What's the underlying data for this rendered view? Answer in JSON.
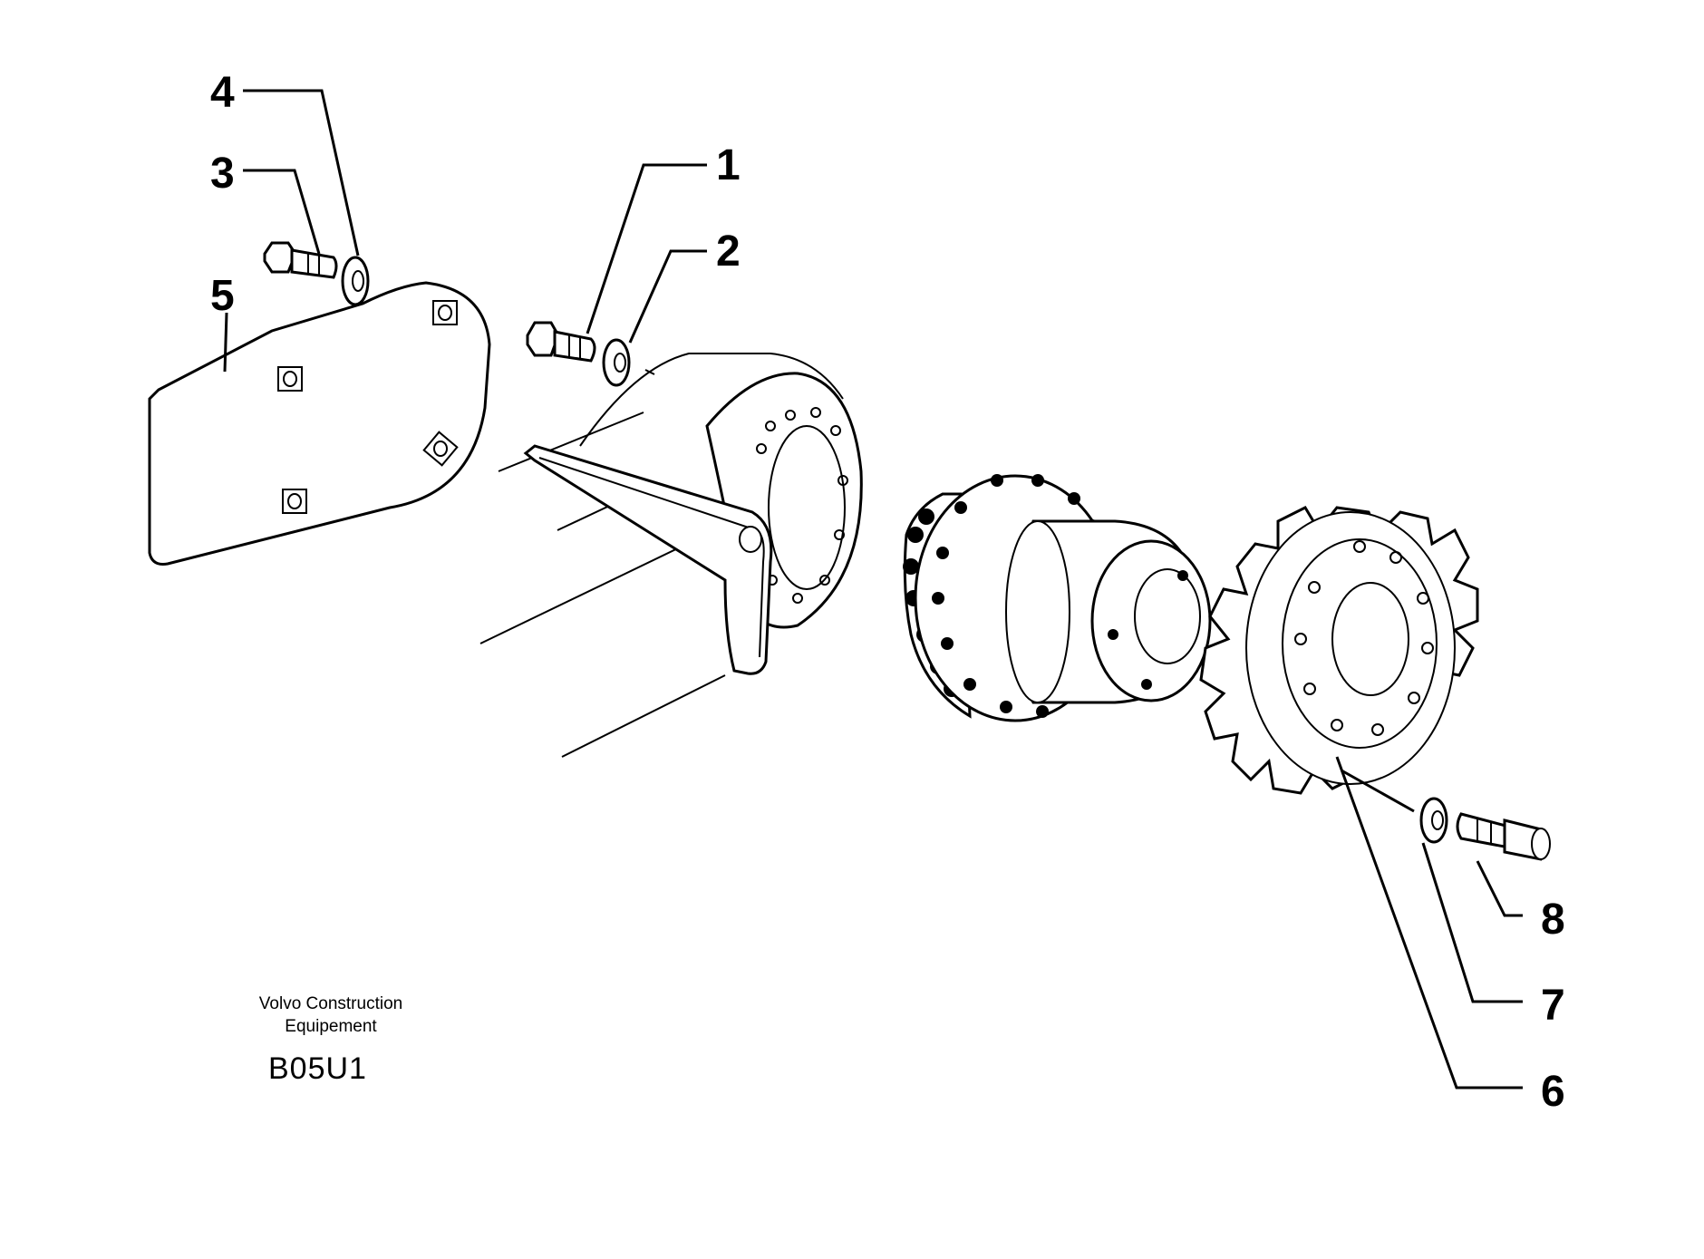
{
  "callouts": [
    {
      "id": "1",
      "label": "1"
    },
    {
      "id": "2",
      "label": "2"
    },
    {
      "id": "3",
      "label": "3"
    },
    {
      "id": "4",
      "label": "4"
    },
    {
      "id": "5",
      "label": "5"
    },
    {
      "id": "6",
      "label": "6"
    },
    {
      "id": "7",
      "label": "7"
    },
    {
      "id": "8",
      "label": "8"
    }
  ],
  "caption": {
    "brand_line1": "Volvo Construction",
    "brand_line2": "Equipement",
    "drawing_code": "B05U1"
  }
}
